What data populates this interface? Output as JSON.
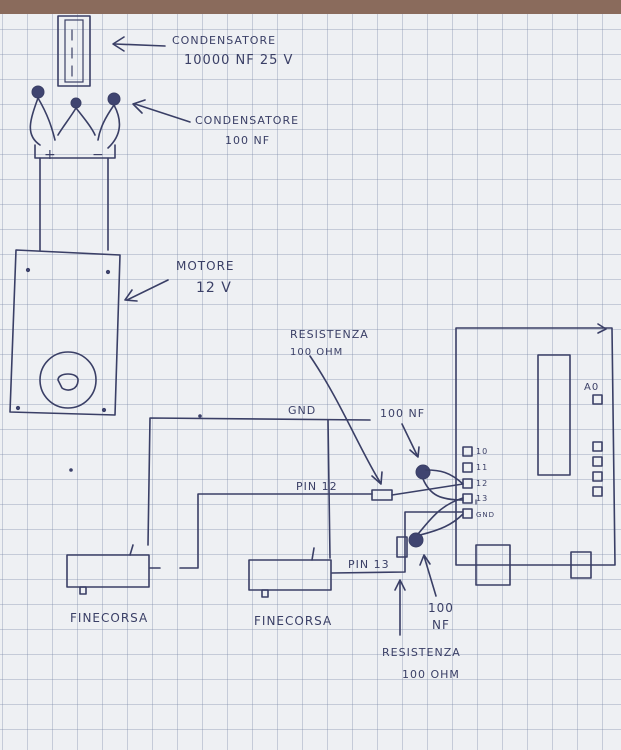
{
  "labels": {
    "cap_big_title": "CONDENSATORE",
    "cap_big_value": "10000 NF 25 V",
    "cap_small_title": "CONDENSATORE",
    "cap_small_value": "100 NF",
    "motor_title": "MOTORE",
    "motor_value": "12 V",
    "res_top_title": "RESISTENZA",
    "res_top_value": "100 OHM",
    "cap_top_value": "100 NF",
    "gnd": "GND",
    "pin12": "PIN 12",
    "pin13": "PIN 13",
    "cap_bottom_value1": "100",
    "cap_bottom_value2": "NF",
    "res_bottom_title": "RESISTENZA",
    "res_bottom_value": "100 OHM",
    "switch_left": "FINECORSA",
    "switch_right": "FINECORSA",
    "board_a0": "A0",
    "pin_10": "10",
    "pin_11": "11",
    "pin_12": "12",
    "pin_13": "13",
    "pin_gnd": "GND",
    "plus": "+",
    "minus": "−"
  },
  "colors": {
    "ink": "#3a3f66",
    "paper": "#eef0f3",
    "grid": "#7887a5"
  }
}
